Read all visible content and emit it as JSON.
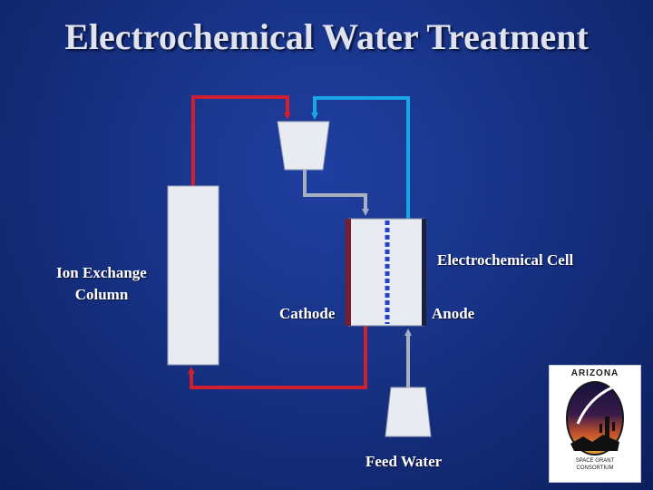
{
  "slide": {
    "title": "Electrochemical Water Treatment"
  },
  "labels": {
    "ion_exchange": "Ion Exchange\nColumn",
    "electrochemical_cell": "Electrochemical Cell",
    "cathode": "Cathode",
    "anode": "Anode",
    "feed_water": "Feed Water"
  },
  "logo": {
    "top_text": "ARIZONA",
    "bottom_text": "SPACE GRANT\nCONSORTIUM"
  },
  "colors": {
    "background": "#173285",
    "treated_line": "#d01f2e",
    "anolyte_line": "#1aa6e6",
    "feed_line": "#a9b0c0",
    "vessel": "#e9ebf3",
    "membrane": "#2340c8"
  }
}
